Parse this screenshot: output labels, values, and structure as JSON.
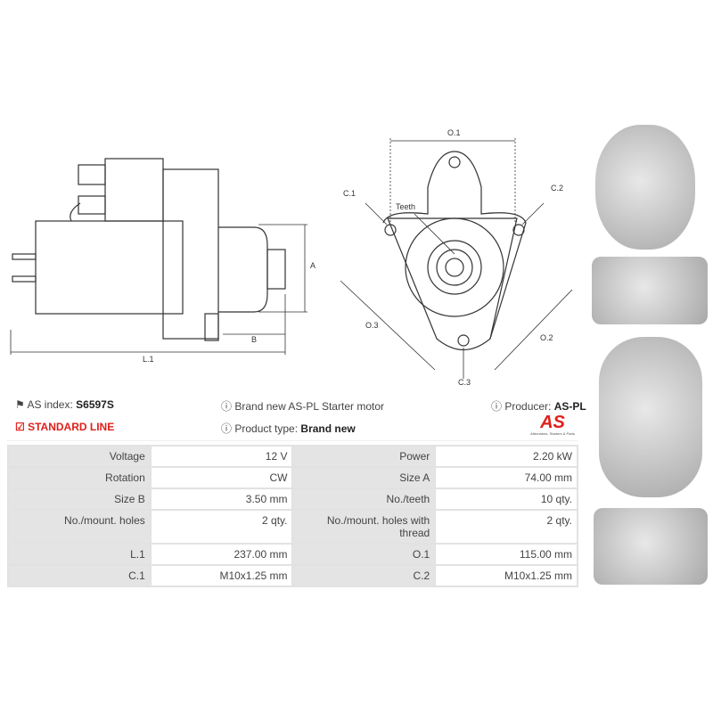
{
  "drawing_labels": {
    "side": {
      "l1": "L.1",
      "a": "A",
      "b": "B"
    },
    "front": {
      "o1": "O.1",
      "c1": "C.1",
      "c2": "C.2",
      "teeth": "Teeth",
      "o3": "O.3",
      "o2": "O.2",
      "c3": "C.3"
    }
  },
  "info": {
    "as_index_label": "AS index:",
    "as_index_value": "S6597S",
    "line": "STANDARD LINE",
    "description": "Brand new AS-PL Starter motor",
    "product_type_label": "Product type:",
    "product_type_value": "Brand new",
    "producer_label": "Producer:",
    "producer_value": "AS-PL",
    "logo_text": "AS",
    "logo_tagline": "Alternators, Starters & Parts"
  },
  "colors": {
    "accent": "#e0201b"
  },
  "specs": [
    [
      "Voltage",
      "12 V",
      "Power",
      "2.20 kW"
    ],
    [
      "Rotation",
      "CW",
      "Size A",
      "74.00 mm"
    ],
    [
      "Size B",
      "3.50 mm",
      "No./teeth",
      "10 qty."
    ],
    [
      "No./mount. holes",
      "2 qty.",
      "No./mount. holes with thread",
      "2 qty."
    ],
    [
      "L.1",
      "237.00 mm",
      "O.1",
      "115.00 mm"
    ],
    [
      "C.1",
      "M10x1.25 mm",
      "C.2",
      "M10x1.25 mm"
    ]
  ]
}
